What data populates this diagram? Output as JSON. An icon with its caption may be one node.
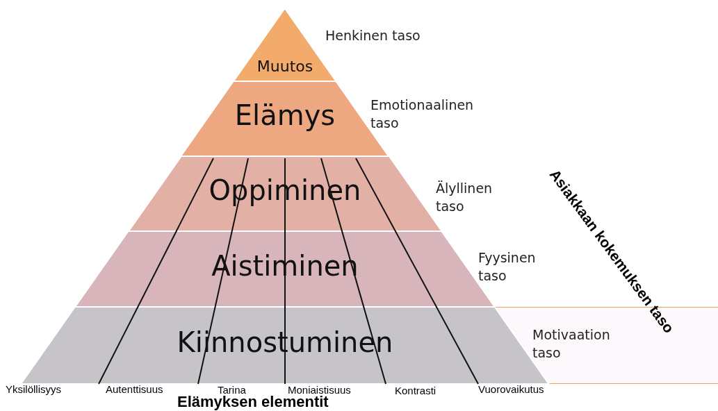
{
  "diagram": {
    "nodes": [
      {
        "text": [
          "Muutos"
        ],
        "beside": [
          "Henkinen taso"
        ]
      },
      {
        "text": [
          "Elämys"
        ],
        "beside": [
          "Emotionaalinen taso"
        ]
      },
      {
        "text": [
          "Oppiminen"
        ],
        "beside": [
          "Älyllinen taso"
        ]
      },
      {
        "text": [
          "Aistiminen"
        ],
        "beside": [
          "Fyysinen taso"
        ]
      },
      {
        "text": [
          "Kiinnostuminen"
        ]
      },
      {
        "text": [
          "Motivaation taso"
        ]
      }
    ],
    "edges": [],
    "labels": [
      "Asiakkaan kokemuksen taso",
      "Yksilöllisyys",
      "Autenttisuus",
      "Tarina",
      "Moniaistisuus",
      "Kontrasti",
      "Vuorovaikutus",
      "Elämyksen elementit"
    ]
  }
}
